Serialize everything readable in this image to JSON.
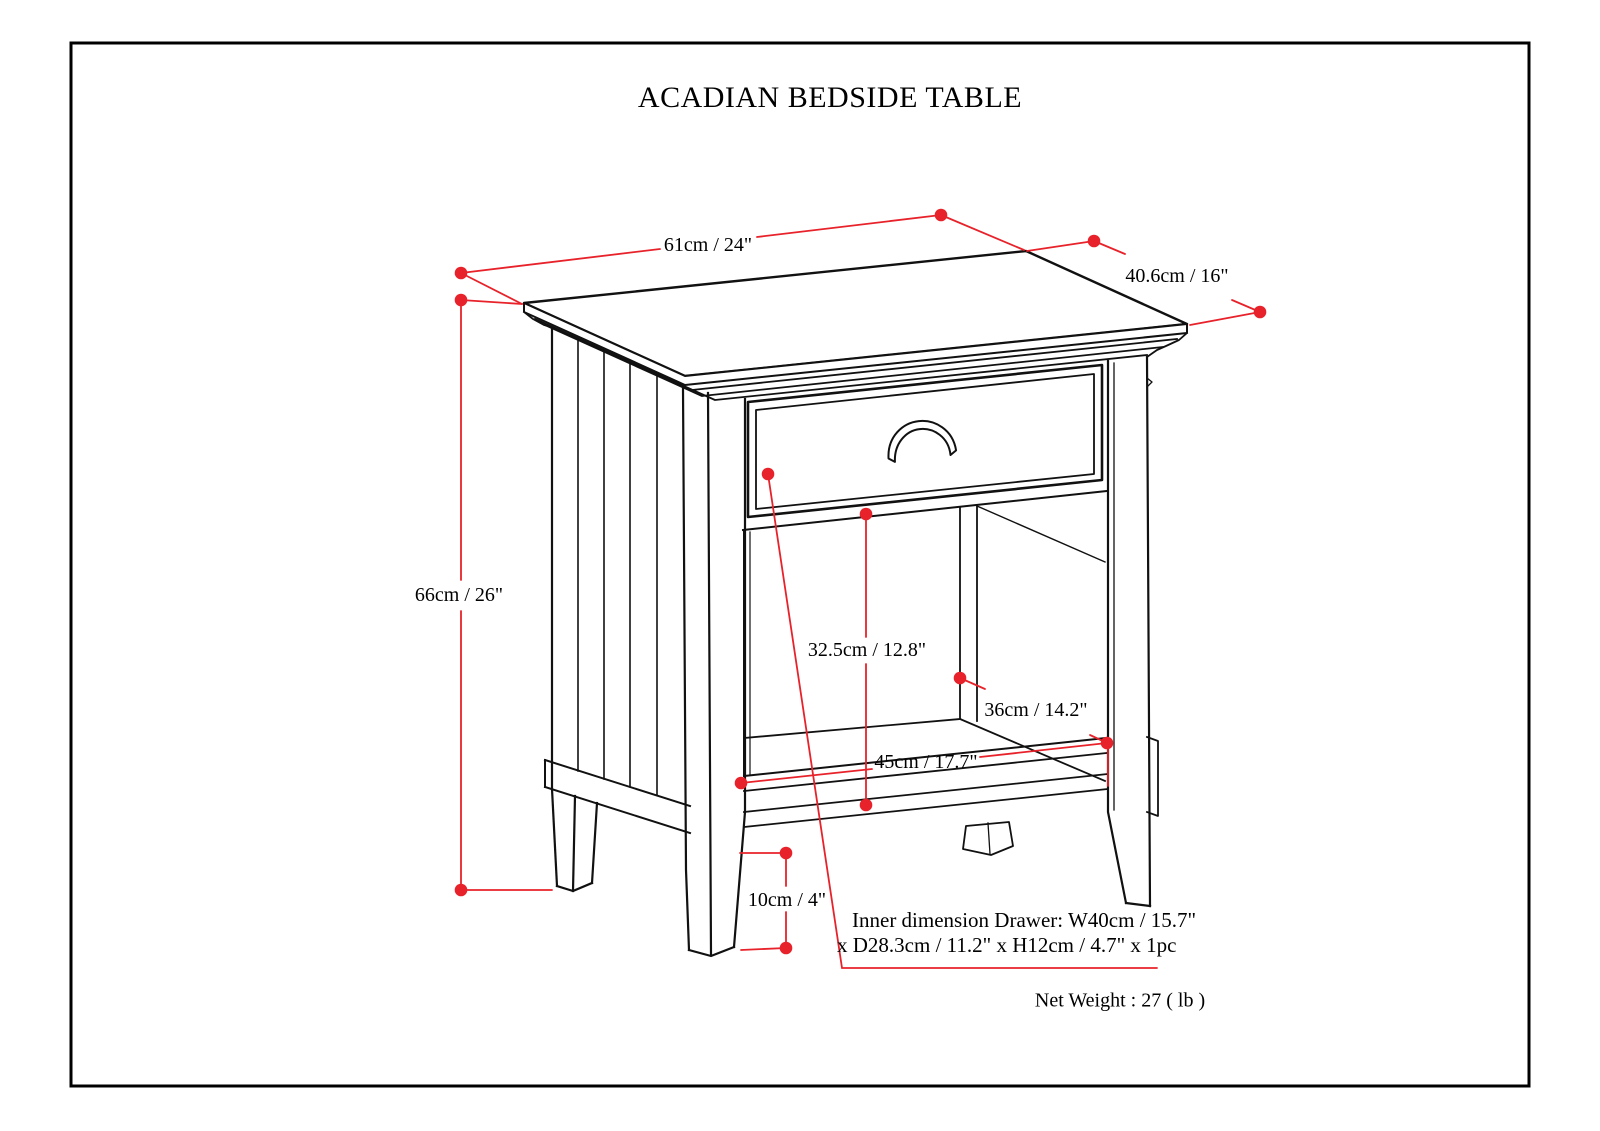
{
  "title": "ACADIAN BEDSIDE TABLE",
  "colors": {
    "dimension_red": "#e8222a",
    "line_black": "#111111",
    "background": "#ffffff"
  },
  "dimensions": {
    "top_width": "61cm / 24\"",
    "top_depth": "40.6cm / 16\"",
    "overall_height": "66cm / 26\"",
    "opening_height": "32.5cm / 12.8\"",
    "opening_depth": "36cm / 14.2\"",
    "shelf_width": "45cm / 17.7\"",
    "leg_height": "10cm / 4\""
  },
  "notes": {
    "drawer_inner_line1": "Inner dimension Drawer: W40cm / 15.7\"",
    "drawer_inner_line2": "x D28.3cm / 11.2\" x H12cm / 4.7\" x 1pc",
    "net_weight": "Net Weight : 27 ( lb )"
  }
}
